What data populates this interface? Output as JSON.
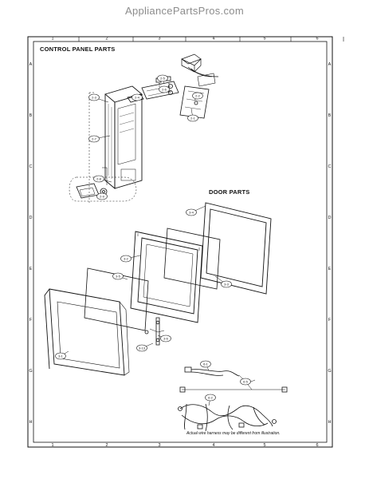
{
  "site": {
    "title": "AppliancePartsPros.com"
  },
  "sections": {
    "control_panel": "CONTROL PANEL PARTS",
    "door": "DOOR PARTS"
  },
  "note": "Actual wire harness may be different from illustration.",
  "grid": {
    "columns": [
      "1",
      "2",
      "3",
      "4",
      "5",
      "6"
    ],
    "rows": [
      "A",
      "B",
      "C",
      "D",
      "E",
      "F",
      "G",
      "H"
    ]
  },
  "callouts": [
    {
      "id": "c1",
      "text": "2-3"
    },
    {
      "id": "c2",
      "text": "2-1"
    },
    {
      "id": "c3",
      "text": "2-5"
    },
    {
      "id": "c4",
      "text": "2-6"
    },
    {
      "id": "c5",
      "text": "2-4"
    },
    {
      "id": "c6",
      "text": "2-2"
    },
    {
      "id": "c7",
      "text": "2-7"
    },
    {
      "id": "c8",
      "text": "2-8"
    },
    {
      "id": "c9",
      "text": "2-9"
    },
    {
      "id": "c10",
      "text": "3-4"
    },
    {
      "id": "c11",
      "text": "3-2"
    },
    {
      "id": "c12",
      "text": "3-3"
    },
    {
      "id": "c13",
      "text": "3-5"
    },
    {
      "id": "c14",
      "text": "3-1"
    },
    {
      "id": "c15",
      "text": "3-6"
    },
    {
      "id": "c16",
      "text": "3-13"
    },
    {
      "id": "c17",
      "text": "6-1"
    },
    {
      "id": "c18",
      "text": "6-5"
    },
    {
      "id": "c19",
      "text": "6-2"
    }
  ]
}
